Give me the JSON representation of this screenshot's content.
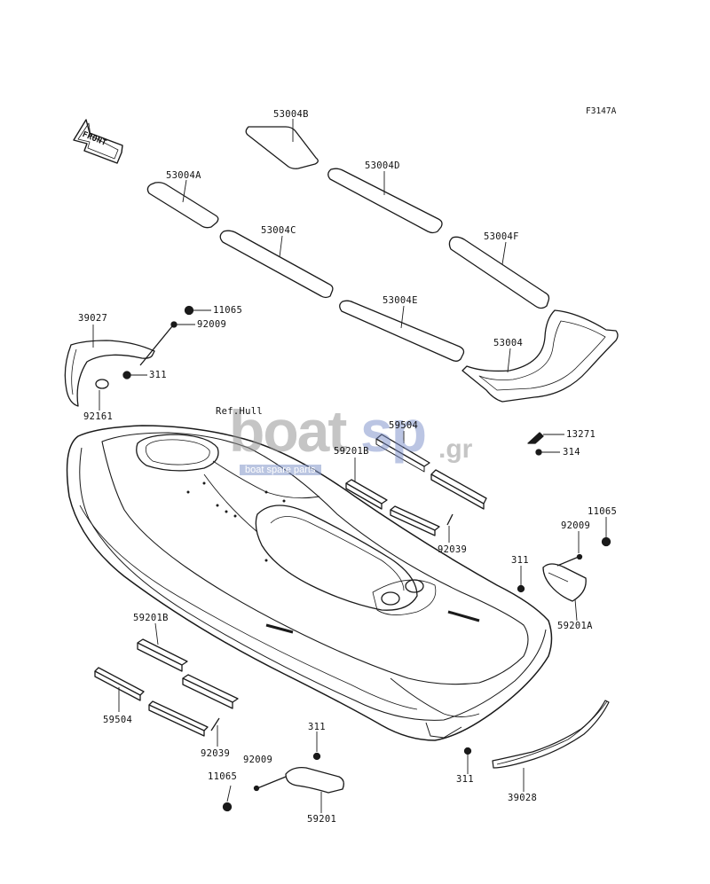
{
  "figure_code": "F3147A",
  "front_label": "FRONT",
  "ref_label": "Ref.Hull",
  "watermark": {
    "brand_a": "boat",
    "brand_b": "sp",
    "suffix": ".gr",
    "tagline": "boat spare parts"
  },
  "parts": {
    "p53004B": "53004B",
    "p53004A": "53004A",
    "p53004D": "53004D",
    "p53004C": "53004C",
    "p53004F": "53004F",
    "p53004E": "53004E",
    "p53004": "53004",
    "p39027": "39027",
    "p11065a": "11065",
    "p92009a": "92009",
    "p311a": "311",
    "p92161": "92161",
    "p59504a": "59504",
    "p59201Ba": "59201B",
    "p13271": "13271",
    "p314": "314",
    "p92039a": "92039",
    "p11065b": "11065",
    "p92009b": "92009",
    "p311b": "311",
    "p59201A": "59201A",
    "p59201Bb": "59201B",
    "p59504b": "59504",
    "p92039b": "92039",
    "p311c": "311",
    "p92009c": "92009",
    "p11065c": "11065",
    "p59201": "59201",
    "p311d": "311",
    "p39028": "39028"
  }
}
